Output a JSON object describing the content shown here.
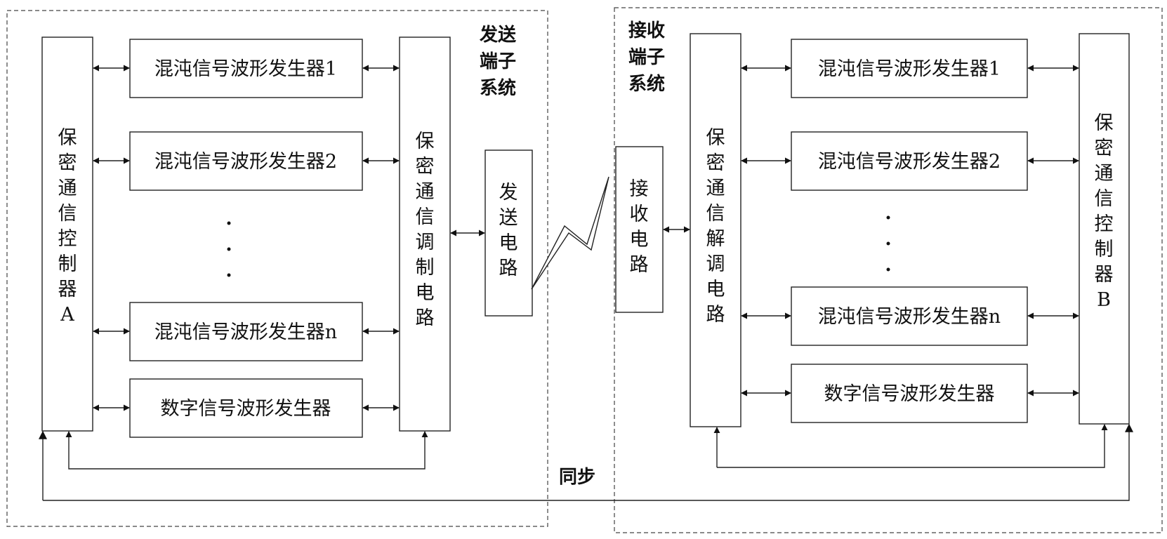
{
  "sender": {
    "title_lines": [
      "发送",
      "端子",
      "系统"
    ],
    "controller_chars": [
      "保",
      "密",
      "通",
      "信",
      "控",
      "制",
      "器",
      "A"
    ],
    "modulator_chars": [
      "保",
      "密",
      "通",
      "信",
      "调",
      "制",
      "电",
      "路"
    ],
    "tx_chars": [
      "发",
      "送",
      "电",
      "路"
    ],
    "generators": [
      "混沌信号波形发生器1",
      "混沌信号波形发生器2",
      "混沌信号波形发生器n"
    ],
    "digital_generator": "数字信号波形发生器"
  },
  "receiver": {
    "title_lines": [
      "接收",
      "端子",
      "系统"
    ],
    "rx_chars": [
      "接",
      "收",
      "电",
      "路"
    ],
    "demodulator_chars": [
      "保",
      "密",
      "通",
      "信",
      "解",
      "调",
      "电",
      "路"
    ],
    "controller_chars": [
      "保",
      "密",
      "通",
      "信",
      "控",
      "制",
      "器",
      "B"
    ],
    "generators": [
      "混沌信号波形发生器1",
      "混沌信号波形发生器2",
      "混沌信号波形发生器n"
    ],
    "digital_generator": "数字信号波形发生器"
  },
  "sync_label": "同步",
  "colors": {
    "stroke": "#222222",
    "background": "#ffffff"
  }
}
